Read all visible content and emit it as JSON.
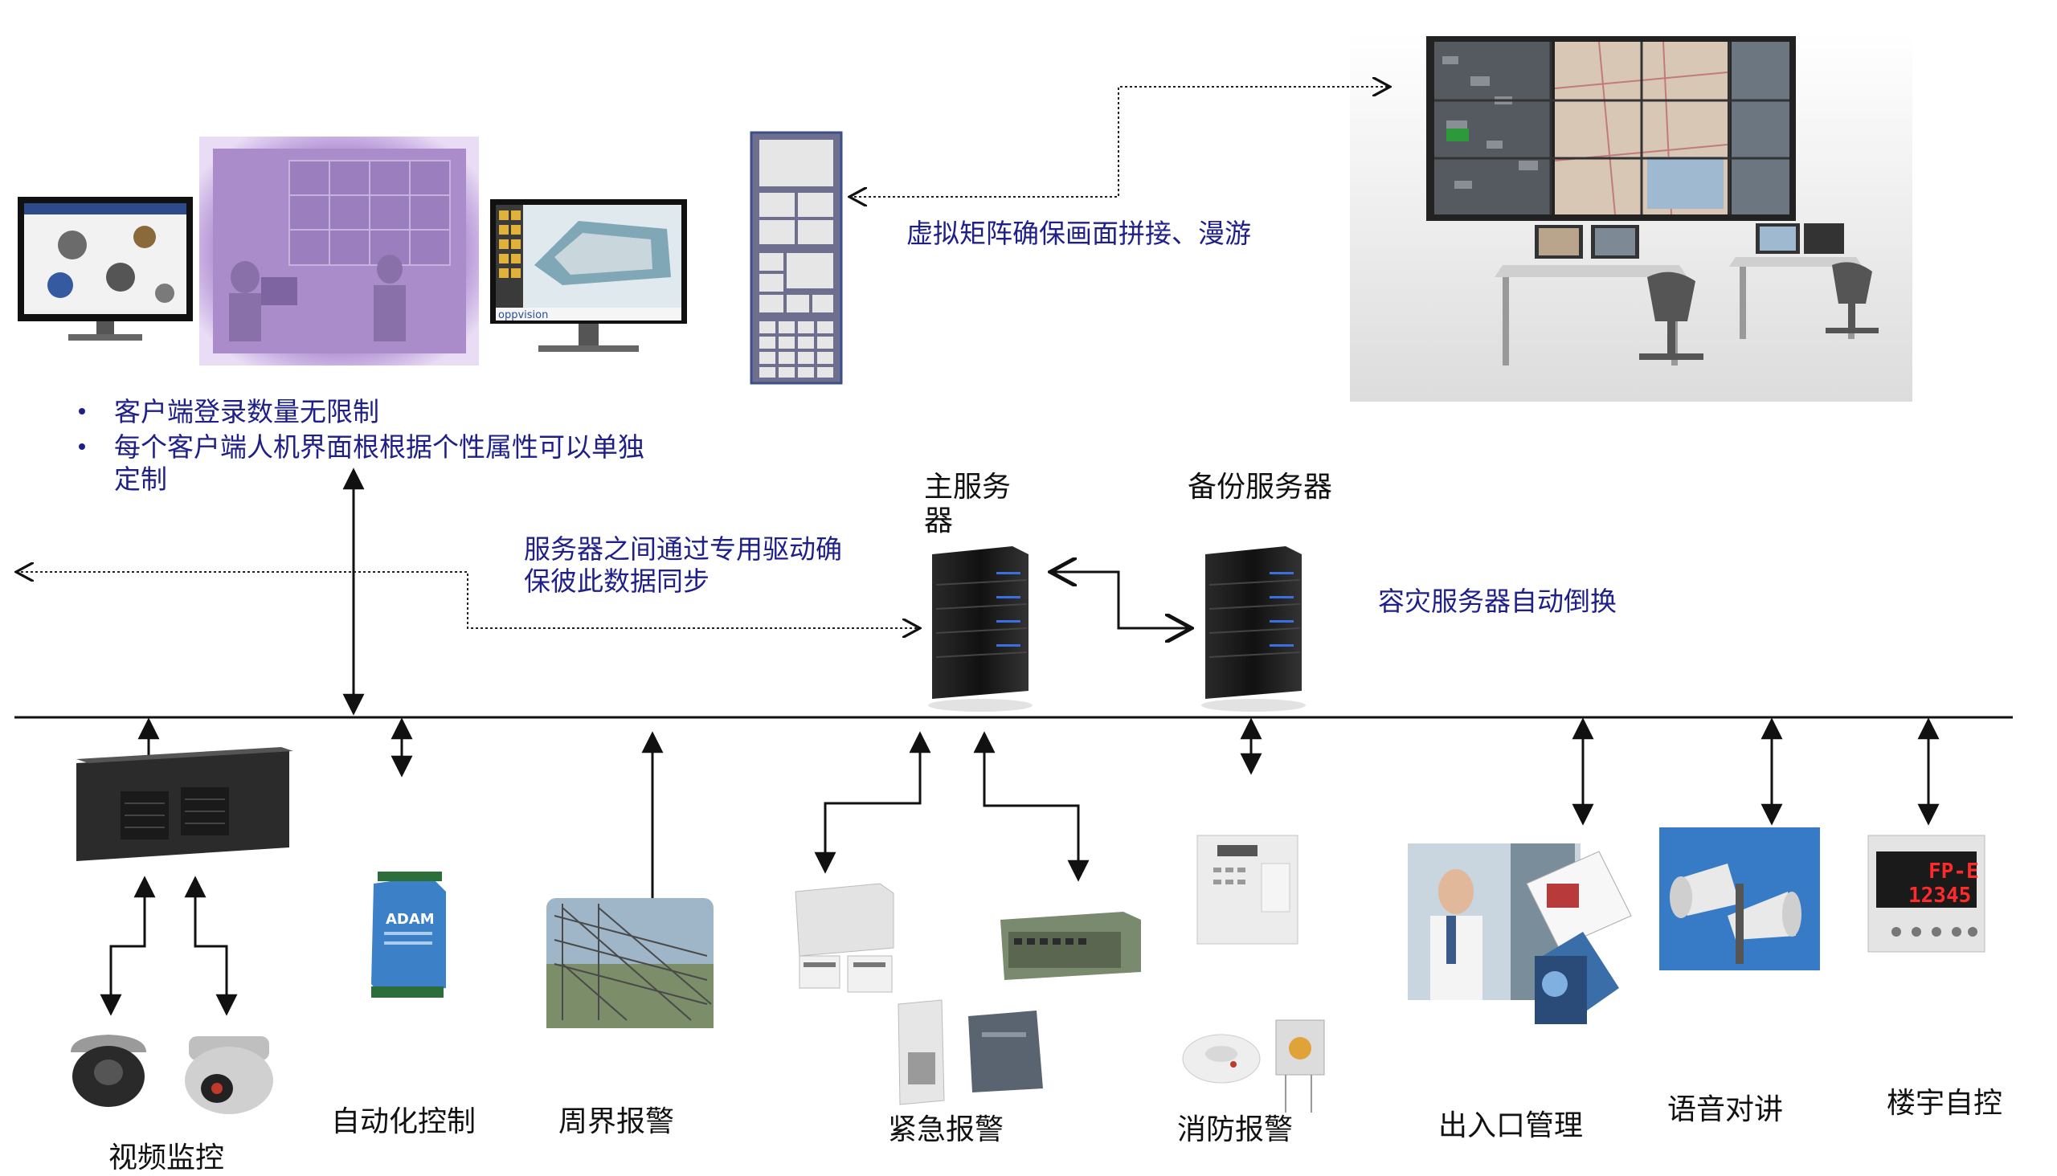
{
  "client_features": [
    "客户端登录数量无限制",
    "每个客户端人机界面根根据个性属性可以单独",
    "定制"
  ],
  "virtual_matrix_note": "虚拟矩阵确保画面拼接、漫游",
  "server_sync_note": [
    "服务器之间通过专用驱动确",
    "保彼此数据同步"
  ],
  "main_server_label": [
    "主服务",
    "器"
  ],
  "backup_server_label": "备份服务器",
  "failover_note": "容灾服务器自动倒换",
  "monitor_brand": "oppvision",
  "module_brand": "ADAM",
  "panel_display": [
    "FP-E",
    "12345"
  ],
  "subsystems": {
    "video": "视频监控",
    "automation": "自动化控制",
    "perimeter": "周界报警",
    "emergency": "紧急报警",
    "fire": "消防报警",
    "access": "出入口管理",
    "intercom": "语音对讲",
    "building": "楼宇自控"
  }
}
